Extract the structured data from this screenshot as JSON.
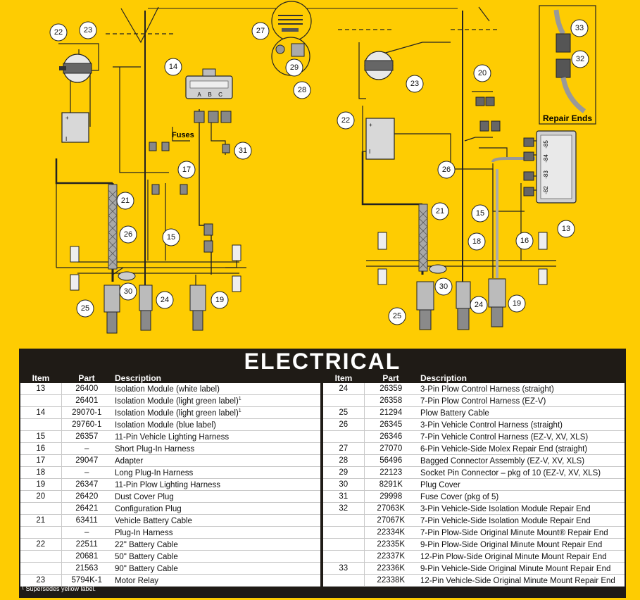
{
  "diagram": {
    "fuses_label": "Fuses",
    "repair_ends_label": "Repair Ends",
    "module_ports": [
      "A",
      "B",
      "C"
    ],
    "module_side_labels": [
      "-85",
      "-84",
      "-83",
      "-82"
    ],
    "callouts": {
      "c22a": "22",
      "c23a": "23",
      "c14": "14",
      "c27": "27",
      "c29": "29",
      "c28": "28",
      "c33": "33",
      "c32": "32",
      "c20": "20",
      "c23b": "23",
      "c22b": "22",
      "c31": "31",
      "c17": "17",
      "c21a": "21",
      "c26a": "26",
      "c15a": "15",
      "c30a": "30",
      "c25a": "25",
      "c24a": "24",
      "c19a": "19",
      "c26b": "26",
      "c21b": "21",
      "c15b": "15",
      "c18": "18",
      "c16": "16",
      "c13": "13",
      "c30b": "30",
      "c25b": "25",
      "c24b": "24",
      "c19b": "19"
    }
  },
  "parts": {
    "title": "ELECTRICAL",
    "headers": {
      "item": "Item",
      "part": "Part",
      "description": "Description"
    },
    "left_rows": [
      {
        "item": "13",
        "part": "26400",
        "desc": "Isolation Module (white label)",
        "sup": ""
      },
      {
        "item": "",
        "part": "26401",
        "desc": "Isolation Module (light green label)",
        "sup": "1"
      },
      {
        "item": "14",
        "part": "29070-1",
        "desc": "Isolation Module (light green label)",
        "sup": "1"
      },
      {
        "item": "",
        "part": "29760-1",
        "desc": "Isolation Module (blue label)",
        "sup": ""
      },
      {
        "item": "15",
        "part": "26357",
        "desc": "11-Pin Vehicle Lighting Harness",
        "sup": ""
      },
      {
        "item": "16",
        "part": "–",
        "desc": "Short Plug-In Harness",
        "sup": ""
      },
      {
        "item": "17",
        "part": "29047",
        "desc": "Adapter",
        "sup": ""
      },
      {
        "item": "18",
        "part": "–",
        "desc": "Long Plug-In Harness",
        "sup": ""
      },
      {
        "item": "19",
        "part": "26347",
        "desc": "11-Pin Plow Lighting Harness",
        "sup": ""
      },
      {
        "item": "20",
        "part": "26420",
        "desc": "Dust Cover Plug",
        "sup": ""
      },
      {
        "item": "",
        "part": "26421",
        "desc": "Configuration Plug",
        "sup": ""
      },
      {
        "item": "21",
        "part": "63411",
        "desc": "Vehicle Battery Cable",
        "sup": ""
      },
      {
        "item": "",
        "part": "–",
        "desc": "Plug-In Harness",
        "sup": ""
      },
      {
        "item": "22",
        "part": "22511",
        "desc": "22\" Battery Cable",
        "sup": ""
      },
      {
        "item": "",
        "part": "20681",
        "desc": "50\" Battery Cable",
        "sup": ""
      },
      {
        "item": "",
        "part": "21563",
        "desc": "90\" Battery Cable",
        "sup": ""
      },
      {
        "item": "23",
        "part": "5794K-1",
        "desc": "Motor Relay",
        "sup": ""
      }
    ],
    "right_rows": [
      {
        "item": "24",
        "part": "26359",
        "desc": "3-Pin Plow Control Harness (straight)",
        "sup": ""
      },
      {
        "item": "",
        "part": "26358",
        "desc": "7-Pin Plow Control Harness (EZ-V)",
        "sup": ""
      },
      {
        "item": "25",
        "part": "21294",
        "desc": "Plow Battery Cable",
        "sup": ""
      },
      {
        "item": "26",
        "part": "26345",
        "desc": "3-Pin Vehicle Control Harness (straight)",
        "sup": ""
      },
      {
        "item": "",
        "part": "26346",
        "desc": "7-Pin Vehicle Control Harness (EZ-V, XV, XLS)",
        "sup": ""
      },
      {
        "item": "27",
        "part": "27070",
        "desc": "6-Pin Vehicle-Side Molex Repair End (straight)",
        "sup": ""
      },
      {
        "item": "28",
        "part": "56496",
        "desc": "Bagged Connector Assembly (EZ-V, XV, XLS)",
        "sup": ""
      },
      {
        "item": "29",
        "part": "22123",
        "desc": "Socket Pin Connector – pkg of 10 (EZ-V, XV, XLS)",
        "sup": ""
      },
      {
        "item": "30",
        "part": "8291K",
        "desc": "Plug Cover",
        "sup": ""
      },
      {
        "item": "31",
        "part": "29998",
        "desc": "Fuse Cover (pkg of 5)",
        "sup": ""
      },
      {
        "item": "32",
        "part": "27063K",
        "desc": "3-Pin Vehicle-Side Isolation Module Repair End",
        "sup": ""
      },
      {
        "item": "",
        "part": "27067K",
        "desc": "7-Pin Vehicle-Side Isolation Module Repair End",
        "sup": ""
      },
      {
        "item": "",
        "part": "22334K",
        "desc": "7-Pin Plow-Side Original Minute Mount® Repair End",
        "sup": ""
      },
      {
        "item": "",
        "part": "22335K",
        "desc": "9-Pin Plow-Side Original Minute Mount Repair End",
        "sup": ""
      },
      {
        "item": "",
        "part": "22337K",
        "desc": "12-Pin Plow-Side Original Minute Mount Repair End",
        "sup": ""
      },
      {
        "item": "33",
        "part": "22336K",
        "desc": "9-Pin Vehicle-Side Original Minute Mount Repair End",
        "sup": ""
      },
      {
        "item": "",
        "part": "22338K",
        "desc": "12-Pin Vehicle-Side Original Minute Mount Repair End",
        "sup": ""
      }
    ],
    "footnote": "¹  Supersedes yellow label."
  }
}
